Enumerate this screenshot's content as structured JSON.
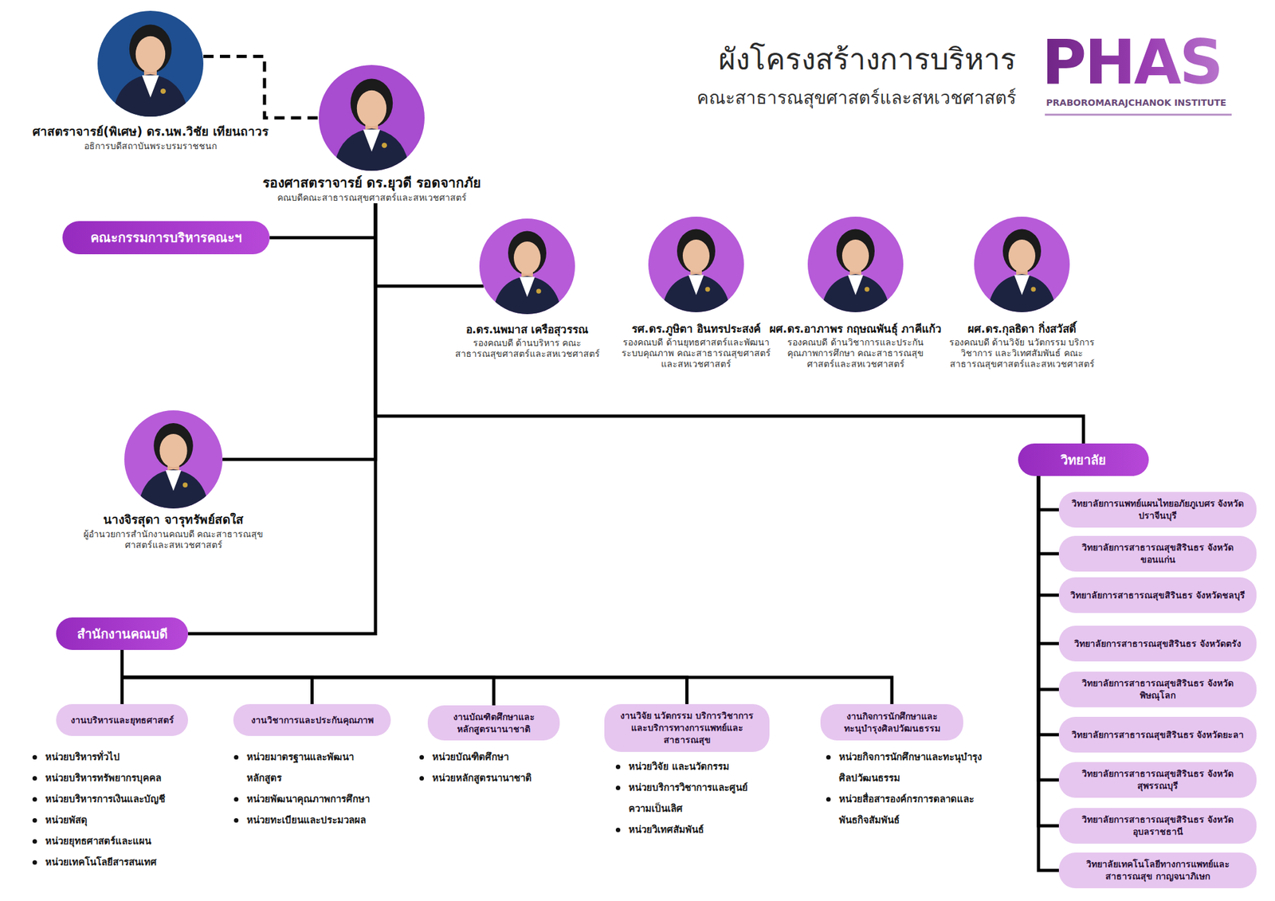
{
  "diagram": {
    "title": "ผังโครงสร้างการบริหาร",
    "nodes": [
      {
        "text": [
          "ศาสตราจารย์(พิเศษ) ดร.นพ.วิชัย เทียนถาวร",
          "อธิการบดีสถาบันพระบรมราชชนก"
        ]
      },
      {
        "text": [
          "รองศาสตราจารย์ ดร.ยุวดี รอดจากภัย",
          "คณบดีคณะสาธารณสุขศาสตร์และสหเวชศาสตร์"
        ]
      },
      {
        "text": [
          "คณะกรรมการบริหารคณะฯ"
        ]
      },
      {
        "text": [
          "อ.ดร.นพมาส เครือสุวรรณ",
          "รองคณบดี ด้านบริหาร คณะสาธารณสุขศาสตร์และสหเวชศาสตร์"
        ]
      },
      {
        "text": [
          "รศ.ดร.ภูษิตา อินทรประสงค์",
          "รองคณบดี ด้านยุทธศาสตร์และพัฒนาระบบคุณภาพ คณะสาธารณสุขศาสตร์และสหเวชศาสตร์"
        ]
      },
      {
        "text": [
          "ผศ.ดร.อาภาพร กฤษณพันธุ์ ภาคีแก้ว",
          "รองคณบดี ด้านวิชาการและประกันคุณภาพการศึกษา คณะสาธารณสุขศาสตร์และสหเวชศาสตร์"
        ]
      },
      {
        "text": [
          "ผศ.ดร.กุลธิดา กิ่งสวัสดิ์",
          "รองคณบดี ด้านวิจัย นวัตกรรม บริการวิชาการ และวิเทศสัมพันธ์ คณะสาธารณสุขศาสตร์และสหเวชศาสตร์"
        ]
      },
      {
        "text": [
          "นางจิรสุดา จารุทรัพย์สดใส",
          "ผู้อำนวยการสำนักงานคณบดี คณะสาธารณสุขศาสตร์และสหเวชศาสตร์"
        ]
      },
      {
        "text": [
          "สำนักงานคณบดี"
        ]
      },
      {
        "text": [
          "งานบริหารและยุทธศาสตร์"
        ]
      },
      {
        "text": [
          "งานวิชาการและประกันคุณภาพ"
        ]
      },
      {
        "text": [
          "งานบัณฑิตศึกษาและหลักสูตรนานาชาติ"
        ]
      },
      {
        "text": [
          "งานวิจัย นวัตกรรม บริการวิชาการและบริการทางการแพทย์และสาธารณสุข"
        ]
      },
      {
        "text": [
          "งานกิจการนักศึกษาและทะนุบำรุงศิลปวัฒนธรรม"
        ]
      },
      {
        "text": [
          "วิทยาลัย"
        ]
      },
      {
        "text": [
          "วิทยาลัยการแพทย์แผนไทยอภัยภูเบศร จังหวัดปราจีนบุรี"
        ]
      },
      {
        "text": [
          "วิทยาลัยการสาธารณสุขสิรินธร จังหวัดขอนแก่น"
        ]
      },
      {
        "text": [
          "วิทยาลัยการสาธารณสุขสิรินธร จังหวัดชลบุรี"
        ]
      },
      {
        "text": [
          "วิทยาลัยการสาธารณสุขสิรินธร จังหวัดตรัง"
        ]
      },
      {
        "text": [
          "วิทยาลัยการสาธารณสุขสิรินธร จังหวัดพิษณุโลก"
        ]
      },
      {
        "text": [
          "วิทยาลัยการสาธารณสุขสิรินธร จังหวัดยะลา"
        ]
      },
      {
        "text": [
          "วิทยาลัยการสาธารณสุขสิรินธร จังหวัดสุพรรณบุรี"
        ]
      },
      {
        "text": [
          "วิทยาลัยการสาธารณสุขสิรินธร จังหวัดอุบลราชธานี"
        ]
      },
      {
        "text": [
          "วิทยาลัยเทคโนโลยีทางการแพทย์และสาธารณสุข กาญจนาภิเษก"
        ]
      }
    ],
    "edges": [
      {
        "from": 0,
        "to": 1,
        "arrow": "none"
      },
      {
        "from": 1,
        "to": 2,
        "arrow": "none"
      },
      {
        "from": 1,
        "to": 3,
        "arrow": "none"
      },
      {
        "from": 1,
        "to": 7,
        "arrow": "none"
      },
      {
        "from": 1,
        "to": 8,
        "arrow": "none"
      },
      {
        "from": 1,
        "to": 14,
        "arrow": "none"
      },
      {
        "from": 8,
        "to": 9,
        "arrow": "none"
      },
      {
        "from": 8,
        "to": 10,
        "arrow": "none"
      },
      {
        "from": 8,
        "to": 11,
        "arrow": "none"
      },
      {
        "from": 8,
        "to": 12,
        "arrow": "none"
      },
      {
        "from": 8,
        "to": 13,
        "arrow": "none"
      },
      {
        "from": 14,
        "to": 15,
        "arrow": "none"
      },
      {
        "from": 14,
        "to": 16,
        "arrow": "none"
      },
      {
        "from": 14,
        "to": 17,
        "arrow": "none"
      },
      {
        "from": 14,
        "to": 18,
        "arrow": "none"
      },
      {
        "from": 14,
        "to": 19,
        "arrow": "none"
      },
      {
        "from": 14,
        "to": 20,
        "arrow": "none"
      },
      {
        "from": 14,
        "to": 21,
        "arrow": "none"
      },
      {
        "from": 14,
        "to": 22,
        "arrow": "none"
      },
      {
        "from": 14,
        "to": 23,
        "arrow": "none"
      }
    ],
    "labels": [
      "คณะสาธารณสุขศาสตร์และสหเวชศาสตร์",
      "PHAS",
      "PRABOROMARAJCHANOK INSTITUTE",
      "หน่วยบริหารทั่วไป",
      "หน่วยบริหารทรัพยากรบุคคล",
      "หน่วยบริหารการเงินและบัญชี",
      "หน่วยพัสดุ",
      "หน่วยยุทธศาสตร์และแผน",
      "หน่วยเทคโนโลยีสารสนเทศ",
      "หน่วยมาตรฐานและพัฒนาหลักสูตร",
      "หน่วยพัฒนาคุณภาพการศึกษา",
      "หน่วยทะเบียนและประมวลผล",
      "หน่วยบัณฑิตศึกษา",
      "หน่วยหลักสูตรนานาชาติ",
      "หน่วยวิจัย และนวัตกรรม",
      "หน่วยบริการวิชาการและศูนย์ความเป็นเลิศ",
      "หน่วยวิเทศสัมพันธ์",
      "หน่วยกิจการนักศึกษาและทะนุบำรุงศิลปวัฒนธรรม",
      "หน่วยสื่อสารองค์กรการตลาดและพันธกิจสัมพันธ์"
    ]
  }
}
